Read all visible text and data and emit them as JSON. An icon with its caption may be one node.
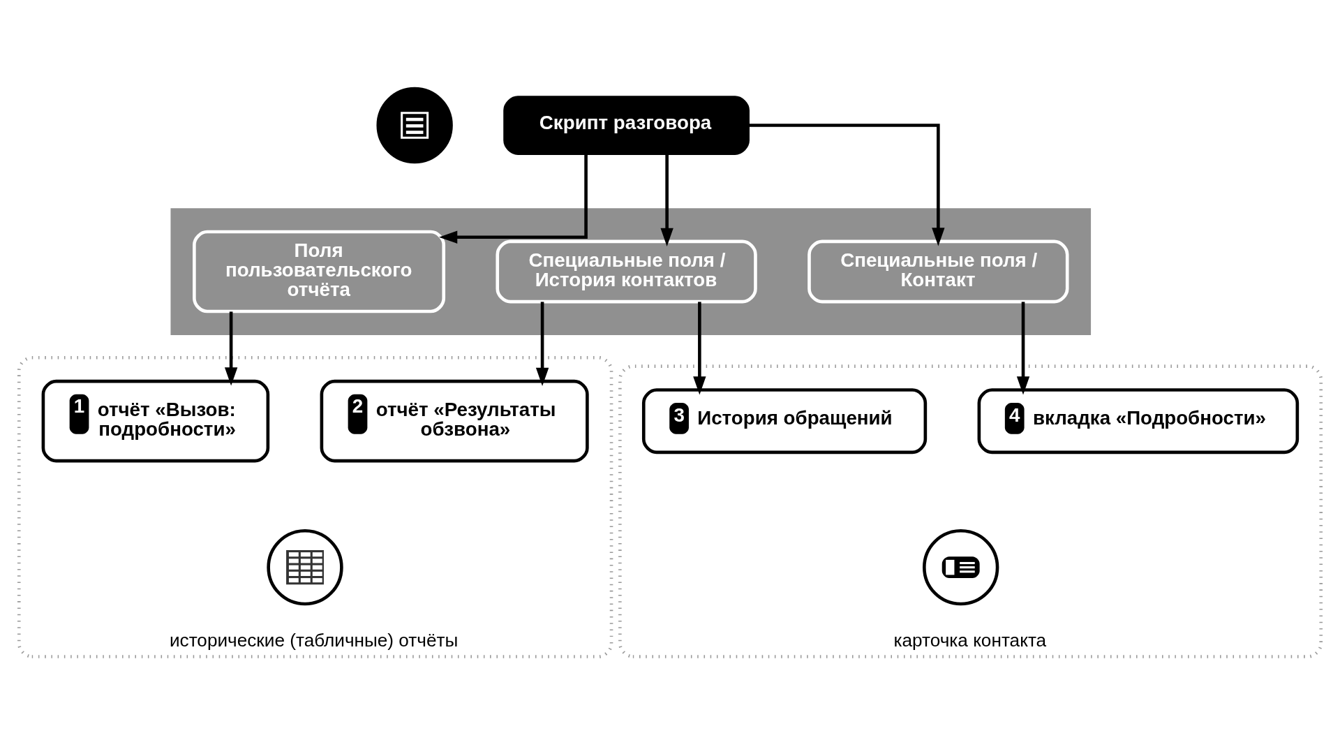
{
  "diagram": {
    "nodes": [
      {
        "text": [],
        "shape": "circle"
      },
      {
        "text": [
          "Скрипт разговора"
        ]
      },
      {
        "text": [],
        "shape": "bar"
      },
      {
        "text": [
          "Поля пользовательского отчёта"
        ],
        "in": 2
      },
      {
        "text": [
          "Специальные поля / История контактов"
        ],
        "in": 2
      },
      {
        "text": [
          "Специальные поля / Контакт"
        ],
        "in": 2
      },
      {
        "text": [
          "исторические (табличные) отчёты"
        ]
      },
      {
        "text": [
          "1",
          "отчёт «Вызов: подробности»"
        ],
        "in": 6
      },
      {
        "text": [
          "2",
          "отчёт «Результаты обзвона»"
        ],
        "in": 6
      },
      {
        "text": [],
        "shape": "circle",
        "in": 6
      },
      {
        "text": [
          "карточка контакта"
        ]
      },
      {
        "text": [
          "3",
          "История обращений"
        ],
        "in": 10
      },
      {
        "text": [
          "4",
          "вкладка «Подробности»"
        ],
        "in": 10
      },
      {
        "text": [],
        "shape": "circle",
        "in": 10
      }
    ],
    "edges": [
      {
        "from": 1,
        "to": 3,
        "arrow": "to"
      },
      {
        "from": 1,
        "to": 4,
        "arrow": "to"
      },
      {
        "from": 1,
        "to": 5,
        "arrow": "to"
      },
      {
        "from": 3,
        "to": 7,
        "arrow": "to"
      },
      {
        "from": 4,
        "to": 8,
        "arrow": "to"
      },
      {
        "from": 4,
        "to": 11,
        "arrow": "to"
      },
      {
        "from": 5,
        "to": 12,
        "arrow": "to"
      }
    ]
  }
}
